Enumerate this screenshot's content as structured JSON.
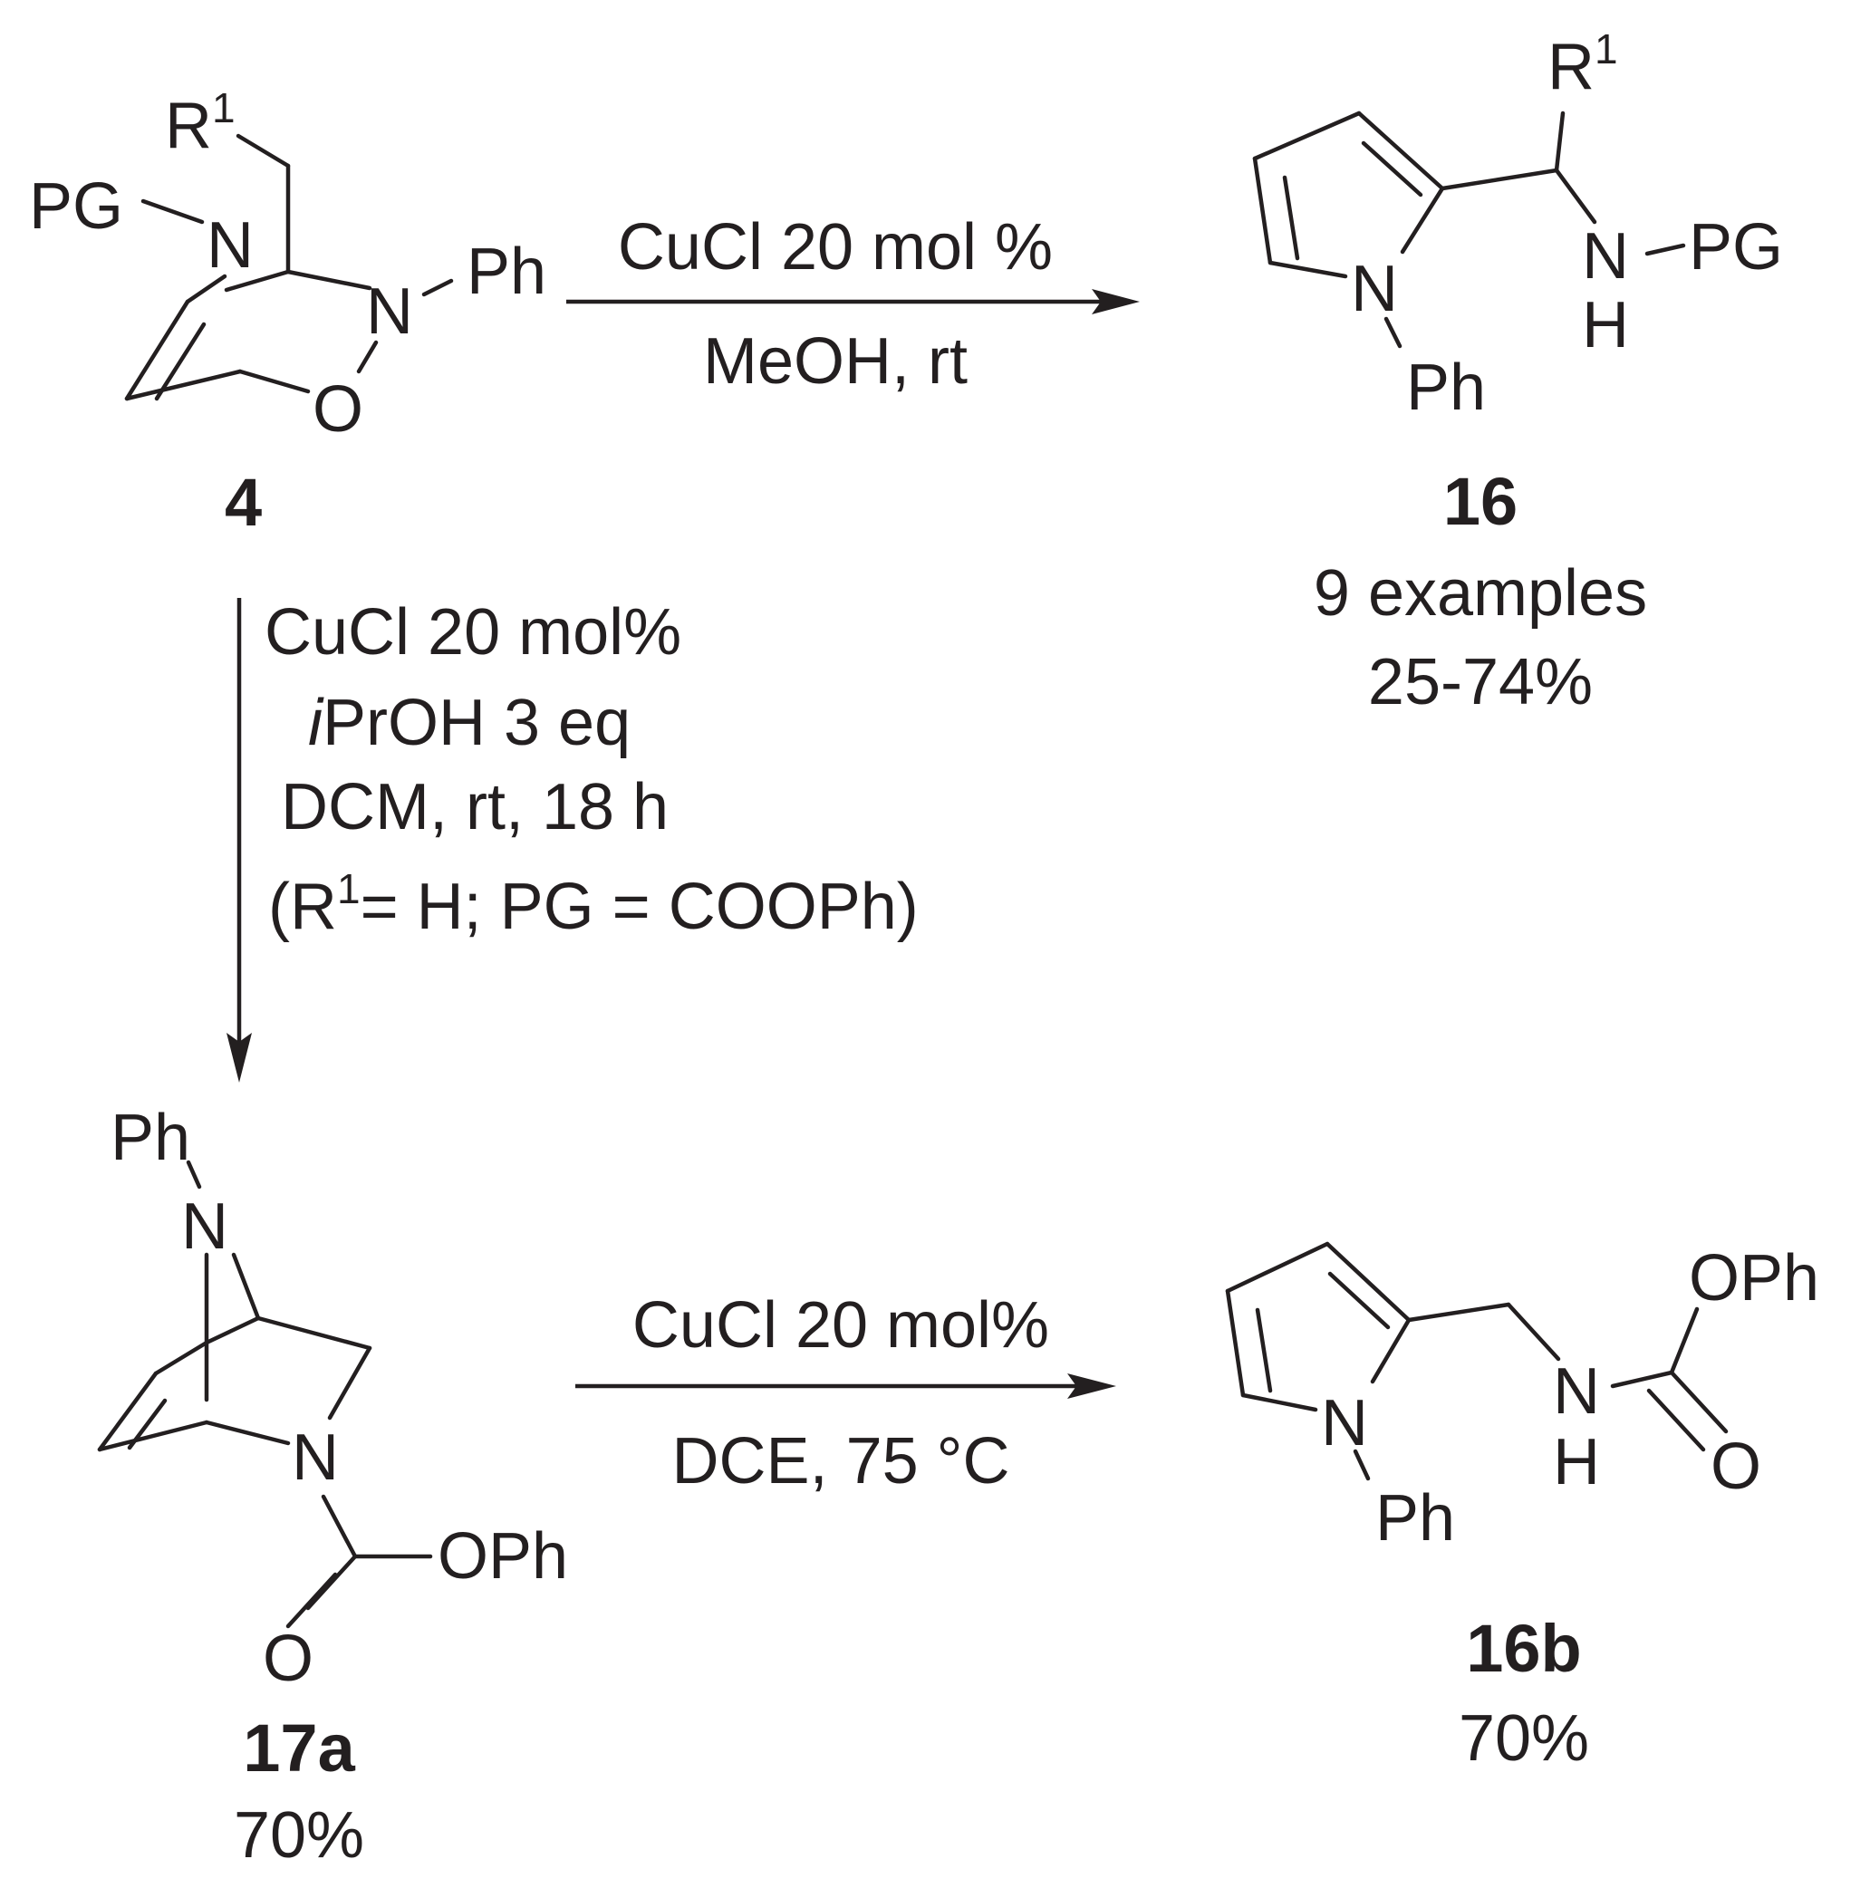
{
  "compounds": {
    "c4": {
      "label": "4",
      "atoms": {
        "R": "R",
        "R_sup": "1",
        "PG": "PG",
        "N1": "N",
        "N2": "N",
        "Ph": "Ph",
        "O": "O"
      }
    },
    "c16": {
      "label": "16",
      "examples": "9 examples",
      "yield": "25-74%",
      "atoms": {
        "R": "R",
        "R_sup": "1",
        "N_ring": "N",
        "Ph": "Ph",
        "N_amine": "N",
        "H": "H",
        "PG": "PG"
      }
    },
    "c17a": {
      "label": "17a",
      "yield": "70%",
      "atoms": {
        "Ph": "Ph",
        "N_bridge": "N",
        "N_ring": "N",
        "OPh": "OPh",
        "O": "O"
      }
    },
    "c16b": {
      "label": "16b",
      "yield": "70%",
      "atoms": {
        "N_ring": "N",
        "Ph": "Ph",
        "N_amine": "N",
        "H": "H",
        "OPh": "OPh",
        "O": "O"
      }
    }
  },
  "reactions": {
    "r1": {
      "above": "CuCl 20 mol %",
      "below": "MeOH, rt"
    },
    "r2": {
      "line1": "CuCl 20 mol%",
      "line2_italic": "i",
      "line2_rest": "PrOH 3 eq",
      "line3": "DCM, rt, 18 h",
      "line4_a": "(R",
      "line4_sup": "1",
      "line4_b": "= H; PG = COOPh)"
    },
    "r3": {
      "above": "CuCl 20 mol%",
      "below": "DCE, 75 °C"
    }
  }
}
